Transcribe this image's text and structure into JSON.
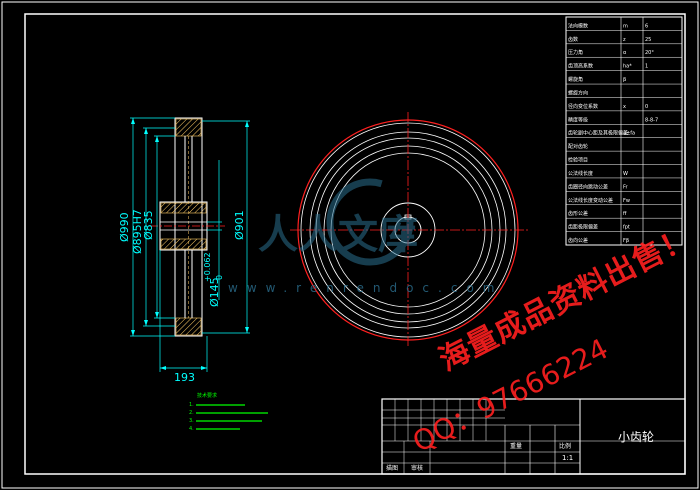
{
  "title_block": {
    "part_name": "小齿轮",
    "scale": "1:1",
    "labels": [
      "重量",
      "比例",
      "描图",
      "审核"
    ]
  },
  "dimensions": {
    "d990": "Ø990",
    "d895": "Ø895H7",
    "d835": "Ø835",
    "d901": "Ø901",
    "d145": "Ø145",
    "tol_upper": "+0.062",
    "tol_lower": "0",
    "width": "193"
  },
  "param_table": {
    "rows": [
      [
        "法向模数",
        "m",
        "6"
      ],
      [
        "齿数",
        "z",
        "25"
      ],
      [
        "压力角",
        "α",
        "20°"
      ],
      [
        "齿顶高系数",
        "ha*",
        "1"
      ],
      [
        "螺旋角",
        "β",
        ""
      ],
      [
        "螺旋方向",
        "",
        ""
      ],
      [
        "径向变位系数",
        "x",
        "0"
      ],
      [
        "精度等级",
        "",
        "8-8-7"
      ],
      [
        "齿轮副中心距及其极限偏差",
        "a±fa",
        ""
      ],
      [
        "配对齿轮",
        "",
        ""
      ],
      [
        "检验项目",
        "",
        ""
      ],
      [
        "公法线长度",
        "W",
        ""
      ],
      [
        "齿圈径向跳动公差",
        "Fr",
        ""
      ],
      [
        "公法线长度变动公差",
        "Fw",
        ""
      ],
      [
        "齿形公差",
        "ff",
        ""
      ],
      [
        "齿距极限偏差",
        "fpt",
        ""
      ],
      [
        "齿向公差",
        "Fβ",
        ""
      ]
    ]
  },
  "notes": [
    "技术要求",
    "1.",
    "2.",
    "3.",
    "4."
  ],
  "watermark": {
    "logo": "人人文库",
    "url": "www.renrendoc.com",
    "qq": "QQ：97666224",
    "sale": "海量成品资料出售！"
  },
  "colors": {
    "background": "#000000",
    "frame": "#ffffff",
    "centerline": "#ff2020",
    "dimension": "#00ffff",
    "hatch": "#ffcc66",
    "notes": "#00ff00",
    "watermark": "#ff2020"
  }
}
